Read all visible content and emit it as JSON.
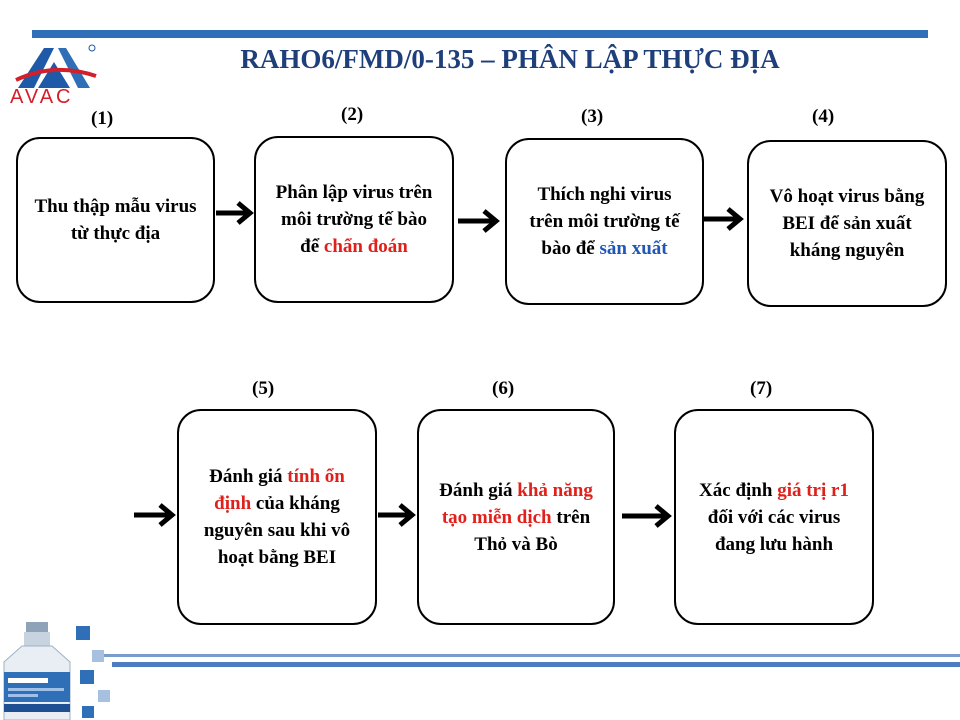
{
  "header": {
    "title": "RAHO6/FMD/0-135 – PHÂN LẬP THỰC ĐỊA",
    "logo_text": "AVAC",
    "accent_color": "#2e6fb7",
    "title_color": "#1f3f7a"
  },
  "steps": [
    {
      "num": "(1)",
      "lines": [
        {
          "t": "Thu thập mẫu virus từ thực địa"
        }
      ]
    },
    {
      "num": "(2)",
      "lines": [
        {
          "t": "Phân lập virus trên môi trường tế bào để "
        },
        {
          "t": "chẩn đoán",
          "c": "red"
        }
      ]
    },
    {
      "num": "(3)",
      "lines": [
        {
          "t": "Thích nghi virus trên môi trường tế bào để "
        },
        {
          "t": "sản xuất",
          "c": "blue"
        }
      ]
    },
    {
      "num": "(4)",
      "lines": [
        {
          "t": "Vô hoạt virus bằng BEI để sản xuất kháng nguyên"
        }
      ]
    },
    {
      "num": "(5)",
      "lines": [
        {
          "t": "Đánh giá "
        },
        {
          "t": "tính ổn định",
          "c": "red"
        },
        {
          "t": " của kháng nguyên sau khi vô hoạt bằng BEI"
        }
      ]
    },
    {
      "num": "(6)",
      "lines": [
        {
          "t": "Đánh giá "
        },
        {
          "t": "khả năng tạo miễn dịch",
          "c": "red"
        },
        {
          "t": " trên Thỏ và Bò"
        }
      ]
    },
    {
      "num": "(7)",
      "lines": [
        {
          "t": "Xác định "
        },
        {
          "t": "giá trị r1",
          "c": "red"
        },
        {
          "t": " đối với các virus đang lưu hành"
        }
      ]
    }
  ],
  "colors": {
    "highlight_red": "#e0201b",
    "highlight_blue": "#1f57b8"
  }
}
